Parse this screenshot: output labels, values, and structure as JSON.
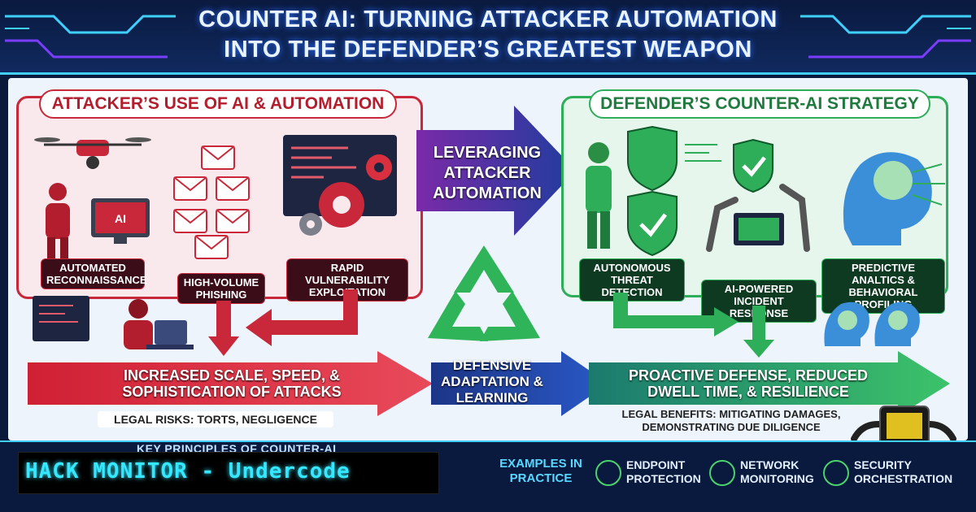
{
  "title": {
    "line1": "COUNTER AI: TURNING ATTACKER AUTOMATION",
    "line2": "INTO THE DEFENDER’S GREATEST WEAPON"
  },
  "attacker": {
    "title": "ATTACKER’S USE OF AI & AUTOMATION",
    "items": {
      "recon": "AUTOMATED RECONNAISSANCE",
      "phishing": "HIGH-VOLUME PHISHING",
      "exploit": "RAPID VULNERABILITY EXPLOITATION"
    },
    "result": "INCREASED SCALE, SPEED, & SOPHISTICATION OF ATTACKS",
    "legal": "LEGAL RISKS: TORTS, NEGLIGENCE"
  },
  "center": {
    "leverage": "LEVERAGING ATTACKER AUTOMATION",
    "adapt": "DEFENSIVE ADAPTATION & LEARNING"
  },
  "defender": {
    "title": "DEFENDER’S COUNTER-AI STRATEGY",
    "items": {
      "detection": "AUTONOMOUS THREAT DETECTION",
      "response": "AI-POWERED INCIDENT RESPONSE",
      "predictive": "PREDICTIVE ANALTICS & BEHAVIORAL PROFILING"
    },
    "result": "PROACTIVE DEFENSE, REDUCED DWELL TIME, & RESILIENCE",
    "legal": "LEGAL BENEFITS: MITIGATING DAMAGES, DEMONSTRATING DUE DILIGENCE"
  },
  "footer": {
    "key_principles": "KEY PRINCIPLES OF COUNTER-AI",
    "brand": "HACK MONITOR - Undercode",
    "examples_label": "EXAMPLES IN PRACTICE",
    "examples": [
      "ENDPOINT PROTECTION",
      "NETWORK MONITORING",
      "SECURITY ORCHESTRATION"
    ]
  },
  "colors": {
    "attacker": "#c8283a",
    "defender": "#2fae5a",
    "center": "#2b4aa8",
    "brand_text": "#35e8ff"
  },
  "icons": {
    "recon": "drone-icon",
    "phishing": "email-icon",
    "exploit": "gear-icon",
    "detection": "shield-check-icon",
    "response": "robot-arm-icon",
    "predictive": "brain-icon",
    "cycle": "recycle-icon"
  }
}
